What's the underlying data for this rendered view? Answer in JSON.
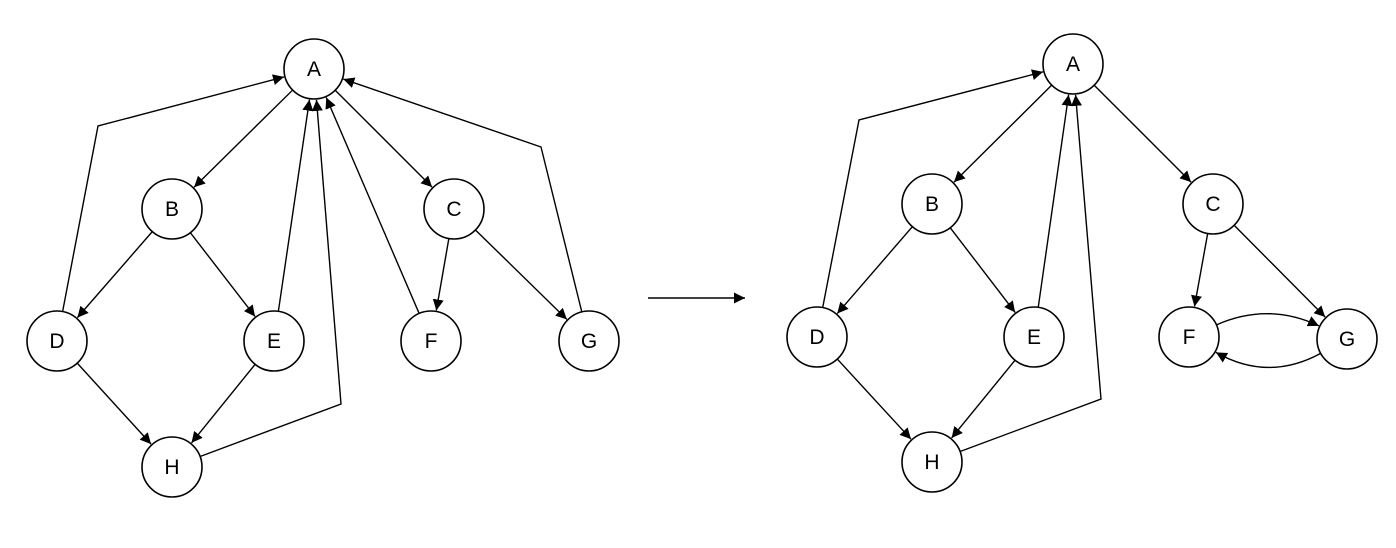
{
  "colors": {
    "stroke": "#000000",
    "node_fill": "#ffffff",
    "background": "#ffffff"
  },
  "graphs": [
    {
      "nodes": [
        "A",
        "B",
        "C",
        "D",
        "E",
        "F",
        "G",
        "H"
      ],
      "edges": [
        [
          "A",
          "B"
        ],
        [
          "A",
          "C"
        ],
        [
          "B",
          "D"
        ],
        [
          "B",
          "E"
        ],
        [
          "C",
          "F"
        ],
        [
          "C",
          "G"
        ],
        [
          "D",
          "H"
        ],
        [
          "E",
          "H"
        ],
        [
          "D",
          "A"
        ],
        [
          "E",
          "A"
        ],
        [
          "F",
          "A"
        ],
        [
          "G",
          "A"
        ],
        [
          "H",
          "A"
        ]
      ]
    },
    {
      "nodes": [
        "A",
        "B",
        "C",
        "D",
        "E",
        "F",
        "G",
        "H"
      ],
      "edges": [
        [
          "A",
          "B"
        ],
        [
          "A",
          "C"
        ],
        [
          "B",
          "D"
        ],
        [
          "B",
          "E"
        ],
        [
          "C",
          "F"
        ],
        [
          "C",
          "G"
        ],
        [
          "D",
          "H"
        ],
        [
          "E",
          "H"
        ],
        [
          "D",
          "A"
        ],
        [
          "E",
          "A"
        ],
        [
          "H",
          "A"
        ],
        [
          "F",
          "G"
        ],
        [
          "G",
          "F"
        ]
      ]
    }
  ],
  "transition_arrow": "right-arrow"
}
